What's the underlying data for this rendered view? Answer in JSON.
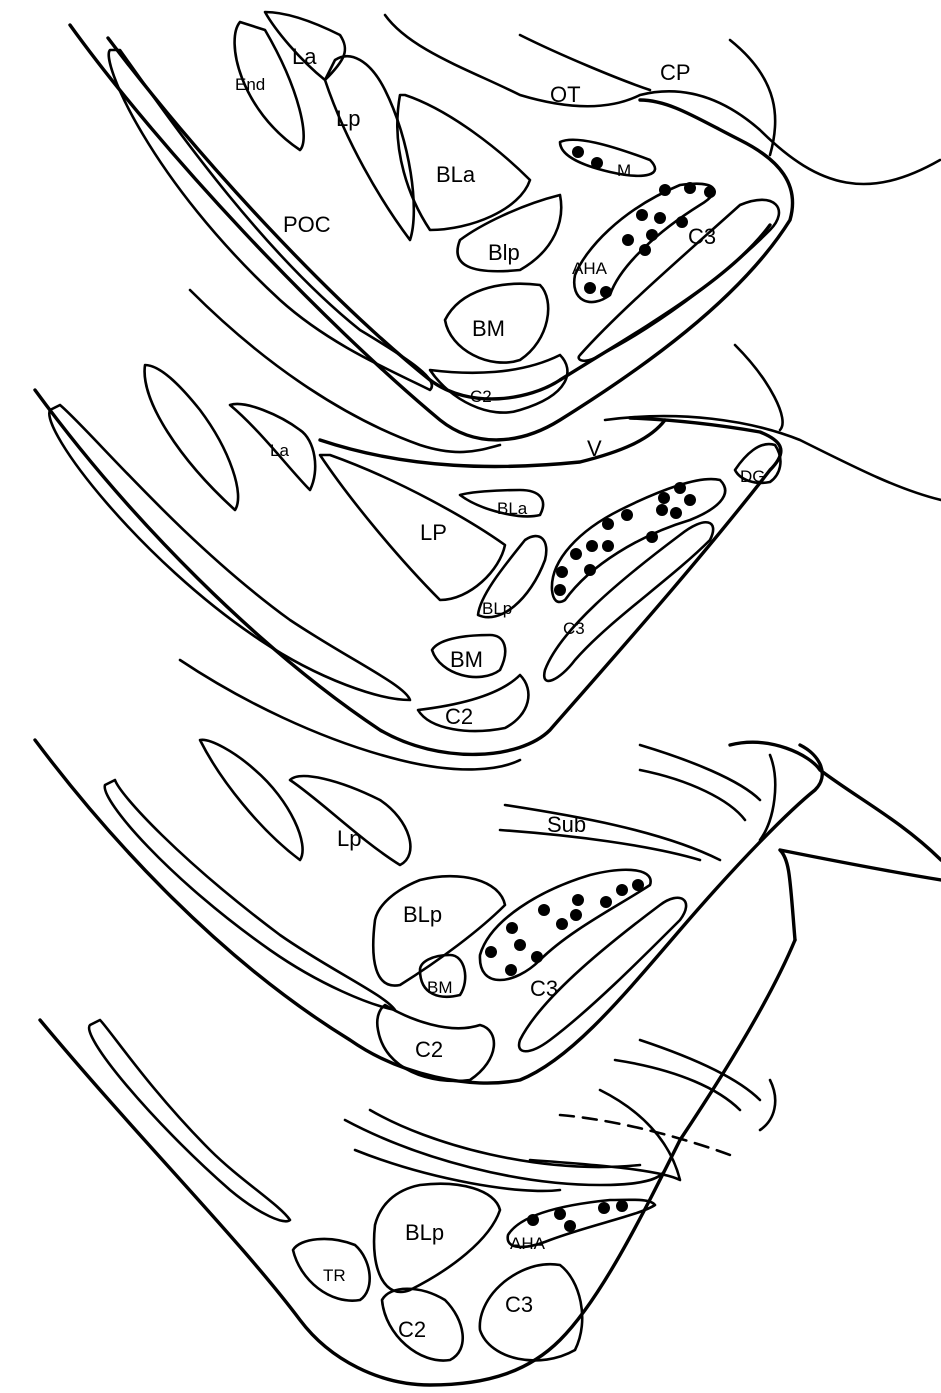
{
  "sections": [
    {
      "labels": {
        "end": "End",
        "la": "La",
        "lp": "Lp",
        "bla": "BLa",
        "poc": "POC",
        "blp": "Blp",
        "bm": "BM",
        "c2": "C2",
        "ot": "OT",
        "cp": "CP",
        "m": "M",
        "aha": "AHA",
        "c3": "C3"
      }
    },
    {
      "labels": {
        "la": "La",
        "lp": "LP",
        "bla": "BLa",
        "blp": "BLp",
        "bm": "BM",
        "c2": "C2",
        "v": "V",
        "dg": "DG",
        "c3": "C3"
      }
    },
    {
      "labels": {
        "lp": "Lp",
        "sub": "Sub",
        "blp": "BLp",
        "bm": "BM",
        "c3": "C3",
        "c2": "C2"
      }
    },
    {
      "labels": {
        "blp": "BLp",
        "aha": "AHA",
        "tr": "TR",
        "c2": "C2",
        "c3": "C3"
      }
    }
  ]
}
